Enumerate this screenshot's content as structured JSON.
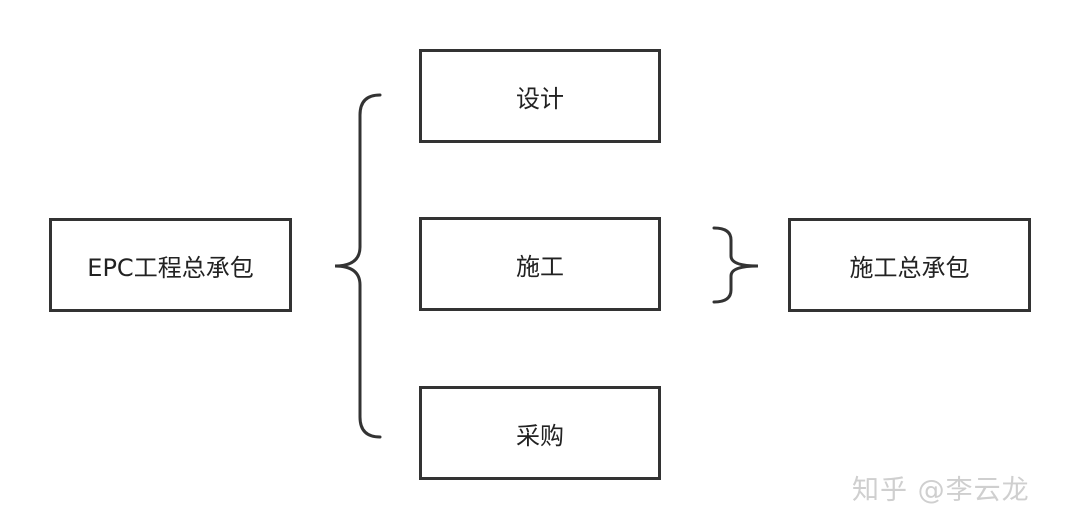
{
  "nodes": {
    "epc": "EPC工程总承包",
    "design": "设计",
    "construction": "施工",
    "procurement": "采购",
    "construction_general_contract": "施工总承包"
  },
  "watermark": "知乎 @李云龙",
  "colors": {
    "stroke": "#333333",
    "text": "#222222",
    "watermark": "#cfcfcf",
    "background": "#ffffff"
  }
}
